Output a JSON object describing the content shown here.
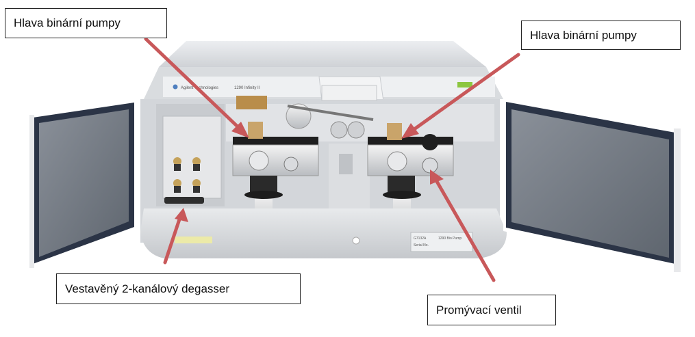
{
  "labels": {
    "pump_head_left": "Hlava binární pumpy",
    "pump_head_right": "Hlava binární pumpy",
    "degasser": "Vestavěný 2-kanálový degasser",
    "purge_valve": "Promývací ventil"
  },
  "device": {
    "brand": "Agilent Technologies",
    "model": "1290 Infinity II",
    "plate_model": "1290 Bio Pump",
    "plate_part": "G7132A",
    "plate_serial_label": "Serial No."
  },
  "colors": {
    "arrow": "#c8585a",
    "door_frame": "#2b3446",
    "door_glass": "#7e858e",
    "housing": "#dfe1e4",
    "accent_green": "#8cc63f"
  }
}
